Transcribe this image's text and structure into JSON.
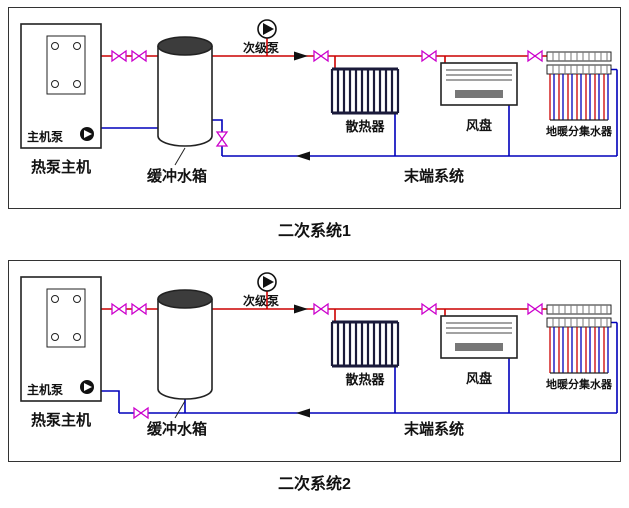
{
  "colors": {
    "supply_pipe": "#cc0000",
    "return_pipe": "#0000bb",
    "valve": "#cc00cc",
    "pump_fill": "#111111"
  },
  "panels": [
    {
      "caption": "二次系统1",
      "labels": {
        "host_pump": "主机泵",
        "heat_pump_unit": "热泵主机",
        "buffer_tank": "缓冲水箱",
        "secondary_pump": "次级泵",
        "radiator": "散热器",
        "fan_coil": "风盘",
        "floor_manifold": "地暖分集水器",
        "terminal_system": "末端系统"
      }
    },
    {
      "caption": "二次系统2",
      "labels": {
        "host_pump": "主机泵",
        "heat_pump_unit": "热泵主机",
        "buffer_tank": "缓冲水箱",
        "secondary_pump": "次级泵",
        "radiator": "散热器",
        "fan_coil": "风盘",
        "floor_manifold": "地暖分集水器",
        "terminal_system": "末端系统"
      }
    }
  ]
}
